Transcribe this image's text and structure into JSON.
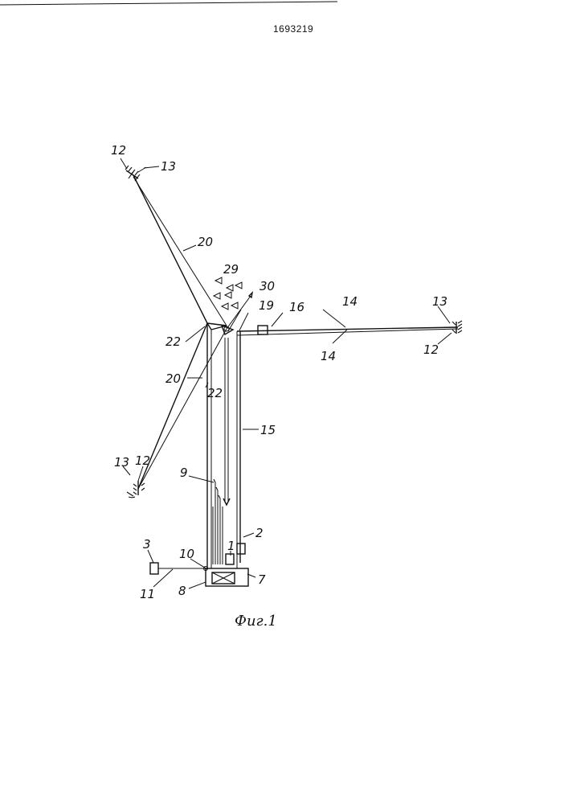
{
  "document_number": "1693219",
  "figure_caption": "Фиг.1",
  "labels": {
    "l12_top": "12",
    "l13_top": "13",
    "l20_upper": "20",
    "l29": "29",
    "l30": "30",
    "l22_left": "22",
    "l19": "19",
    "l16": "16",
    "l14_upper": "14",
    "l14_lower": "14",
    "l13_right": "13",
    "l12_right": "12",
    "l20_lower": "20",
    "l22_lower": "22",
    "l15": "15",
    "l13_left": "13",
    "l12_left": "12",
    "l9": "9",
    "l2": "2",
    "l1": "1",
    "l3": "3",
    "l10": "10",
    "l7": "7",
    "l11": "11",
    "l8": "8"
  }
}
